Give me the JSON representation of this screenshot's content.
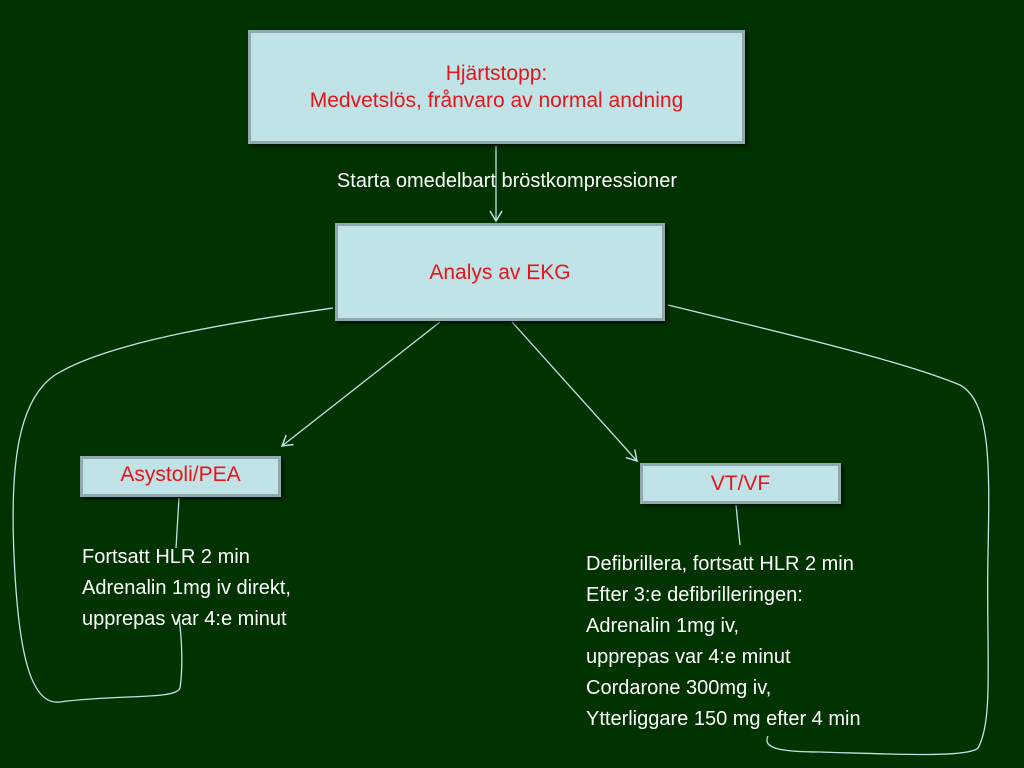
{
  "diagram": {
    "start_box": {
      "line1": "Hjärtstopp:",
      "line2": "Medvetslös, frånvaro av normal andning"
    },
    "connector_label": "Starta omedelbart bröstkompressioner",
    "ekg_box": {
      "label": "Analys av EKG"
    },
    "asystole_box": {
      "label": "Asystoli/PEA"
    },
    "vtvf_box": {
      "label": "VT/VF"
    },
    "asystole_steps": [
      "Fortsatt  HLR 2 min",
      "Adrenalin 1mg  iv direkt,",
      "upprepas var 4:e minut"
    ],
    "vtvf_steps": [
      "Defibrillera,  fortsatt  HLR 2 min",
      "Efter 3:e defibrilleringen:",
      "Adrenalin 1mg iv,",
      "upprepas var 4:e minut",
      "Cordarone  300mg iv,",
      "Ytterliggare 150 mg efter 4 min"
    ],
    "colors": {
      "background": "#003300",
      "box_fill": "#bfe3e6",
      "box_text": "#e8141b",
      "connector": "#bfe3e6"
    }
  }
}
